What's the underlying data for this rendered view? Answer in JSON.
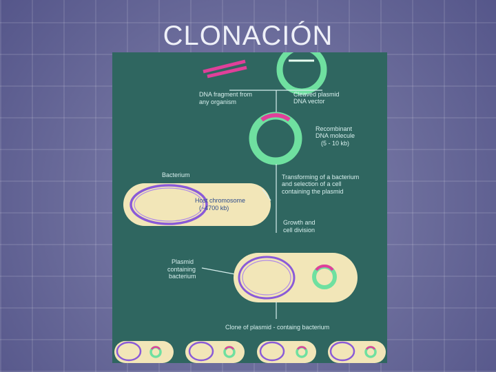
{
  "slide": {
    "title": "CLONACIÓN"
  },
  "diagram": {
    "dna_fragment_label": [
      "DNA fragment from",
      "any organism"
    ],
    "plasmid_vector_label": [
      "Cleaved plasmid",
      "DNA vector"
    ],
    "recombinant_label": [
      "Recombinant",
      "DNA molecule",
      "(5 - 10 kb)"
    ],
    "bacterium_label": "Bacterium",
    "host_chromosome_label": [
      "Host chromosome",
      "(~4700 kb)"
    ],
    "transforming_label": [
      "Transforming of a bacterium",
      "and selection of a cell",
      "containing the plasmid"
    ],
    "growth_label": [
      "Growth and",
      "cell division"
    ],
    "plasmid_bacterium_label": [
      "Plasmid",
      "containing",
      "bacterium"
    ],
    "clone_label": "Clone of plasmid - containg bacterium"
  },
  "colors": {
    "background": "#2f6660",
    "plasmid": "#6fe0a0",
    "insert": "#e0409a",
    "chromosome": "#8a5ad8",
    "cell": "#f2e6b8",
    "line": "#d8f0ee"
  }
}
